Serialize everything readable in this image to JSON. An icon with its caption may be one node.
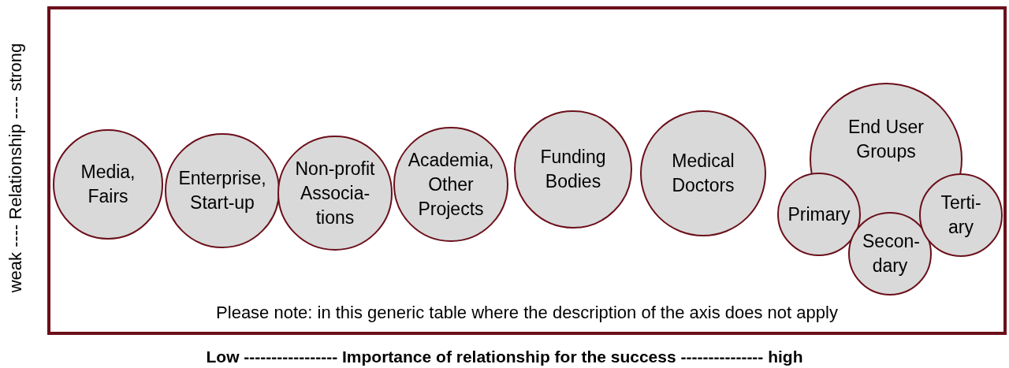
{
  "diagram": {
    "nodes": [
      {
        "text": [
          "Please note: in this generic table where the description of the axis does not apply"
        ]
      },
      {
        "text": [
          "Media, Fairs"
        ],
        "in": 0
      },
      {
        "text": [
          "Enterprise, Start-up"
        ],
        "in": 0
      },
      {
        "text": [
          "Non-profit Associa- tions"
        ],
        "in": 0
      },
      {
        "text": [
          "Academia, Other Projects"
        ],
        "in": 0
      },
      {
        "text": [
          "Funding Bodies"
        ],
        "in": 0
      },
      {
        "text": [
          "Medical Doctors"
        ],
        "in": 0
      },
      {
        "text": [
          "End User Groups"
        ],
        "in": 0
      },
      {
        "text": [
          "Primary"
        ],
        "in": 0
      },
      {
        "text": [
          "Secon- dary"
        ],
        "in": 0
      },
      {
        "text": [
          "Terti- ary"
        ],
        "in": 0
      }
    ],
    "edges": [],
    "labels": [
      "weak ---- Relationship ---- strong",
      "Low ----------------- Importance of relationship for the success --------------- high"
    ]
  }
}
